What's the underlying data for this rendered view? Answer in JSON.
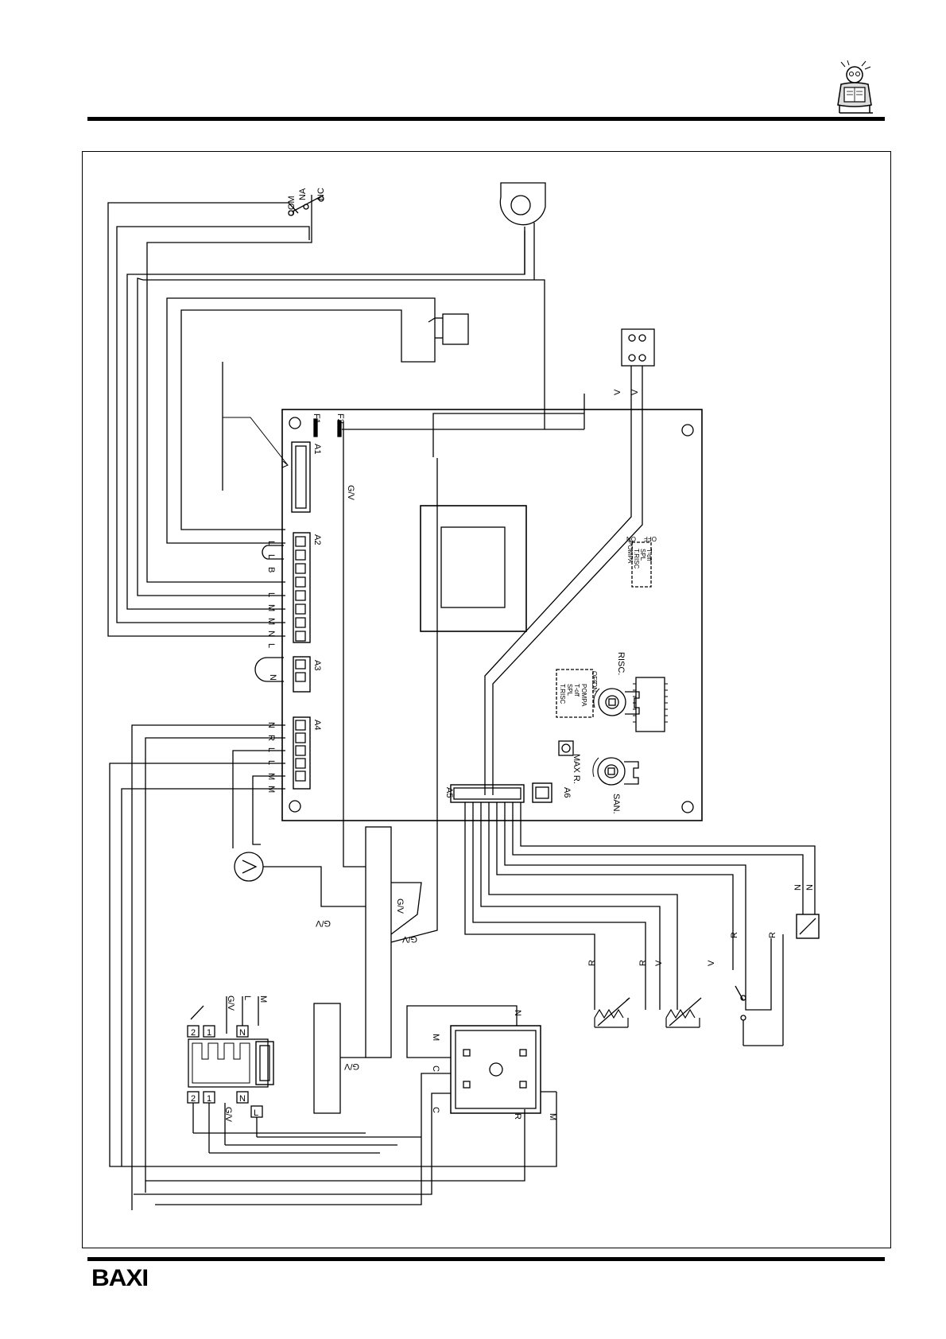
{
  "brand": {
    "logo_text": "BAXI"
  },
  "colors": {
    "ink": "#000000",
    "paper": "#ffffff"
  },
  "icons": {
    "header_mascot": "reading-man-icon"
  },
  "diagram": {
    "connectors": {
      "a1": "A1",
      "a2": "A2",
      "a3": "A3",
      "a4": "A4",
      "a5": "A5",
      "a6": "A6"
    },
    "fuses": {
      "f1": "F1",
      "f2": "F2"
    },
    "switch_labels": {
      "com": "COM",
      "na": "NA",
      "nc": "NC"
    },
    "pot_labels": {
      "risc": "RISC.",
      "san": "SAN.",
      "max_r": "MAX R."
    },
    "dip_block_1": {
      "lines": [
        "T.RISC",
        "SPL",
        "T-off",
        "POMPA"
      ],
      "on": "ON",
      "off": "OFF"
    },
    "dip_block_2": {
      "lines": [
        "T.RISC",
        "SPL",
        "T-off",
        "POMPA"
      ],
      "on": "ON",
      "off": "OFF"
    },
    "wire_labels": {
      "l": "L",
      "n": "N",
      "b": "B",
      "m": "M",
      "r": "R",
      "v": "V",
      "c": "C",
      "gv": "G/V"
    },
    "terminal_numbers": {
      "one": "1",
      "two": "2"
    }
  }
}
